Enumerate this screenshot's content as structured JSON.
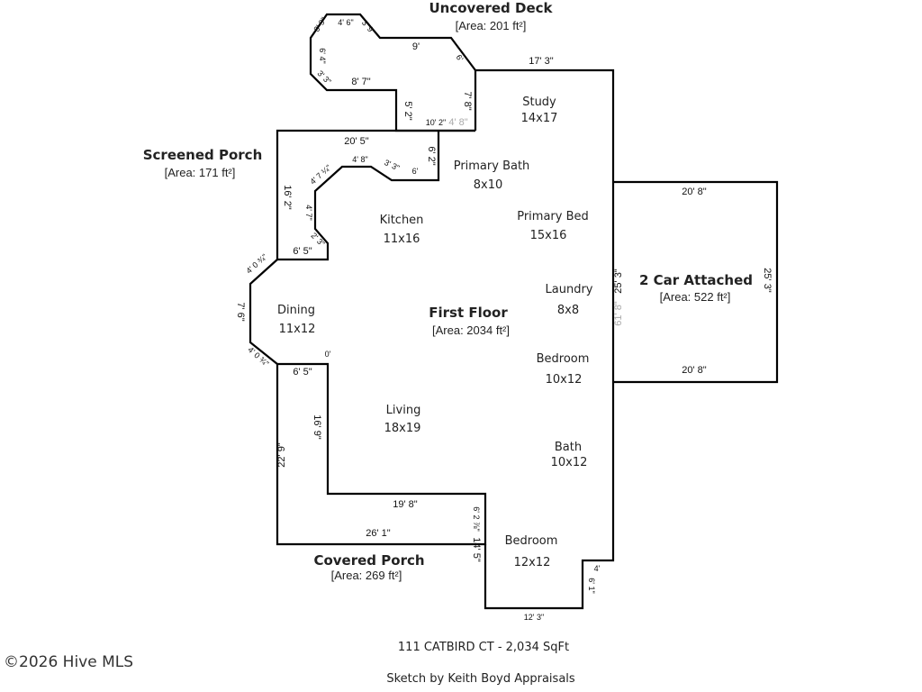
{
  "sections": {
    "uncovered_deck": {
      "title": "Uncovered Deck",
      "area": "[Area: 201 ft²]"
    },
    "screened_porch": {
      "title": "Screened Porch",
      "area": "[Area: 171 ft²]"
    },
    "first_floor": {
      "title": "First Floor",
      "area": "[Area: 2034 ft²]"
    },
    "garage": {
      "title": "2 Car Attached",
      "area": "[Area: 522 ft²]"
    },
    "covered_porch": {
      "title": "Covered Porch",
      "area": "[Area: 269 ft²]"
    }
  },
  "rooms": [
    {
      "name": "Study",
      "size": "14x17"
    },
    {
      "name": "Primary Bath",
      "size": "8x10"
    },
    {
      "name": "Primary Bed",
      "size": "15x16"
    },
    {
      "name": "Kitchen",
      "size": "11x16"
    },
    {
      "name": "Laundry",
      "size": "8x8"
    },
    {
      "name": "Dining",
      "size": "11x12"
    },
    {
      "name": "Bedroom",
      "size": "10x12"
    },
    {
      "name": "Living",
      "size": "18x19"
    },
    {
      "name": "Bath",
      "size": "10x12"
    },
    {
      "name": "Bedroom",
      "size": "12x12"
    }
  ],
  "dimensions": {
    "deck_top_a": "4' 6\"",
    "deck_diag_a": "3' 9\"",
    "deck_diag_b": "3' 9\"",
    "deck_top_b": "9'",
    "deck_left": "6' 4\"",
    "deck_diag_c": "3' 3\"",
    "deck_bottom": "8' 7\"",
    "deck_diag_d": "6'",
    "deck_top_c": "17' 3\"",
    "deck_vert_a": "5' 2\"",
    "deck_vert_b": "7' 8\"",
    "deck_bottom_b": "10' 2\"",
    "deck_gray": "4' 8\"",
    "porch_top": "20' 5\"",
    "porch_right": "6' 2\"",
    "porch_inner_a": "4' 8\"",
    "porch_inner_b": "3' 3\"",
    "porch_inner_c": "6'",
    "porch_diag": "4' 7 ¼\"",
    "porch_left": "16' 2\"",
    "porch_inner_d": "4' 7\"",
    "porch_inner_e": "2' 3\"",
    "porch_bottom": "6' 5\"",
    "dining_diag_a": "4' 0 ¾\"",
    "dining_left": "7' 6\"",
    "dining_diag_b": "4' 0 ¾\"",
    "covered_top": "6' 5\"",
    "covered_tick": "0'",
    "covered_inner": "16' 9\"",
    "covered_left": "22' 9\"",
    "covered_mid": "19' 8\"",
    "covered_bottom": "26' 1\"",
    "bed_right_a": "6' 2 ⅞\"",
    "bed_right_b": "14' 5\"",
    "bed_bottom": "12' 3\"",
    "bed_notch_a": "4'",
    "bed_notch_b": "6' 1\"",
    "garage_top": "20' 8\"",
    "garage_bottom": "20' 8\"",
    "garage_left": "25' 3\"",
    "garage_right": "25' 3\"",
    "house_gray": "61' 8\""
  },
  "footer": {
    "address": "111 CATBIRD CT - 2,034 SqFt",
    "credit": "Sketch by Keith Boyd Appraisals",
    "watermark": "©2026 Hive MLS"
  }
}
